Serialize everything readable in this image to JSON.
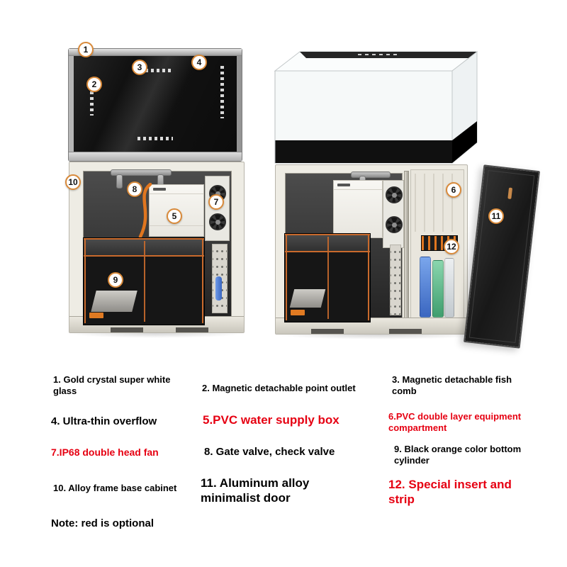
{
  "colors": {
    "optional_red": "#e60012",
    "callout_ring": "#d98a3a"
  },
  "callouts": [
    {
      "n": "1"
    },
    {
      "n": "2"
    },
    {
      "n": "3"
    },
    {
      "n": "4"
    },
    {
      "n": "5"
    },
    {
      "n": "6"
    },
    {
      "n": "7"
    },
    {
      "n": "8"
    },
    {
      "n": "9"
    },
    {
      "n": "10"
    },
    {
      "n": "11"
    },
    {
      "n": "12"
    }
  ],
  "labels": [
    {
      "text": "1. Gold crystal super white\nglass",
      "red": false
    },
    {
      "text": "2. Magnetic detachable point outlet",
      "red": false
    },
    {
      "text": "3. Magnetic detachable fish\ncomb",
      "red": false
    },
    {
      "text": "4. Ultra-thin overflow",
      "red": false
    },
    {
      "text": "5.PVC water supply box",
      "red": true
    },
    {
      "text": "6.PVC double layer equipment\ncompartment",
      "red": true
    },
    {
      "text": "7.IP68 double head fan",
      "red": true
    },
    {
      "text": "8. Gate valve, check valve",
      "red": false
    },
    {
      "text": "9. Black orange color bottom\ncylinder",
      "red": false
    },
    {
      "text": "10. Alloy frame base cabinet",
      "red": false
    },
    {
      "text": "11. Aluminum alloy\nminimalist door",
      "red": false
    },
    {
      "text": "12. Special insert and\nstrip",
      "red": true
    }
  ],
  "note": "Note: red is optional"
}
